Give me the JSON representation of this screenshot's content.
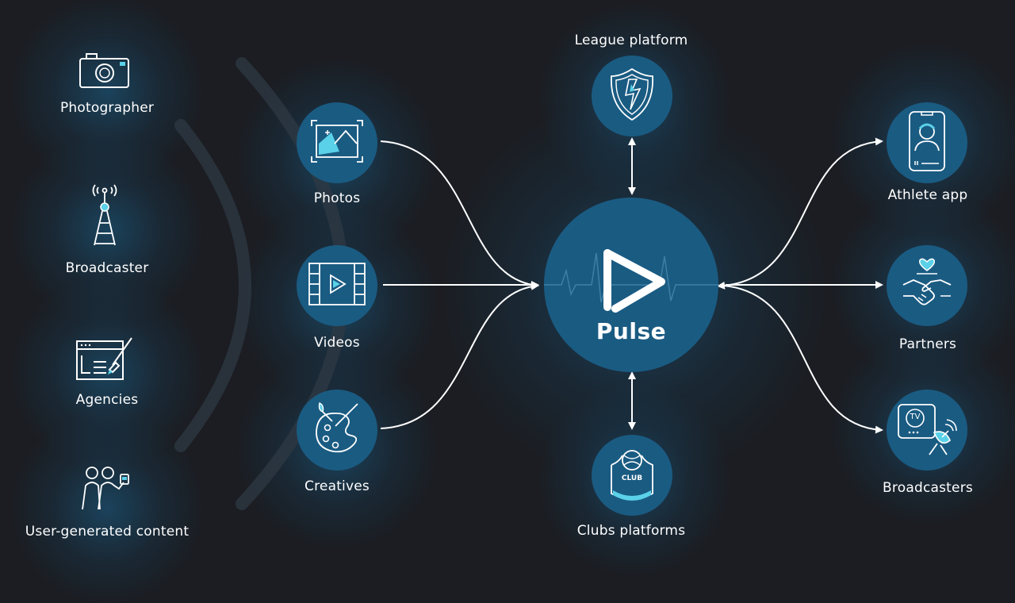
{
  "sources": [
    {
      "label": "Photographer",
      "icon": "camera-icon"
    },
    {
      "label": "Broadcaster",
      "icon": "antenna-tower-icon"
    },
    {
      "label": "Agencies",
      "icon": "design-agency-icon"
    },
    {
      "label": "User-generated content",
      "icon": "selfie-people-icon"
    }
  ],
  "content_types": [
    {
      "label": "Photos",
      "icon": "photo-frame-icon"
    },
    {
      "label": "Videos",
      "icon": "video-film-icon"
    },
    {
      "label": "Creatives",
      "icon": "paint-palette-icon"
    }
  ],
  "hub": {
    "label": "Pulse",
    "icon": "pulse-play-logo-icon"
  },
  "top": {
    "label": "League platform",
    "icon": "shield-lightning-icon"
  },
  "bottom": {
    "label": "Clubs platforms",
    "icon": "club-badge-icon"
  },
  "club_badge_text": "CLUB",
  "outputs": [
    {
      "label": "Athlete app",
      "icon": "athlete-phone-icon"
    },
    {
      "label": "Partners",
      "icon": "handshake-heart-icon"
    },
    {
      "label": "Broadcasters",
      "icon": "tv-satellite-icon"
    }
  ],
  "tv_text": "TV",
  "colors": {
    "background": "#1b1d22",
    "node": "#1a5b82",
    "glow": "#1b628c",
    "accent": "#5ad1e8",
    "line": "#ffffff"
  }
}
